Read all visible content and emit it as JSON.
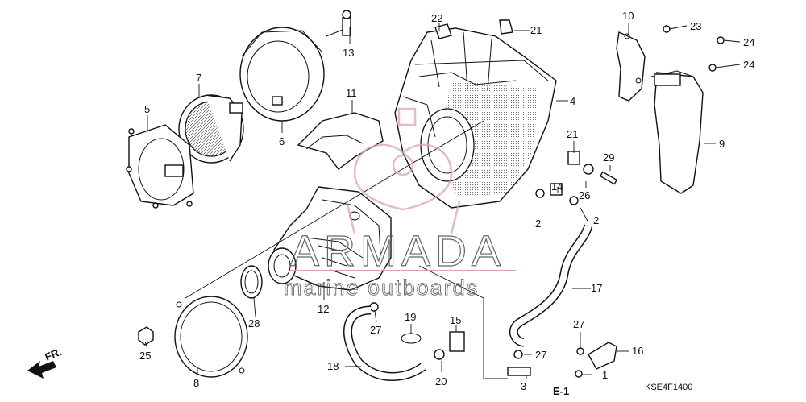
{
  "watermark": {
    "brand": "ARMADA",
    "tagline": "marine outboards",
    "pink": "#d9a1bb"
  },
  "direction_marker": "FR.",
  "view_tag": "E-1",
  "diagram_code": "KSE4F1400",
  "callouts": {
    "p1": "1",
    "p2a": "2",
    "p2b": "2",
    "p3": "3",
    "p4": "4",
    "p5": "5",
    "p6": "6",
    "p7": "7",
    "p8": "8",
    "p9": "9",
    "p10": "10",
    "p11": "11",
    "p12": "12",
    "p13": "13",
    "p14": "14",
    "p15": "15",
    "p16": "16",
    "p17": "17",
    "p18": "18",
    "p19": "19",
    "p20": "20",
    "p21a": "21",
    "p21b": "21",
    "p22": "22",
    "p23": "23",
    "p24a": "24",
    "p24b": "24",
    "p25": "25",
    "p26": "26",
    "p27a": "27",
    "p27b": "27",
    "p27c": "27",
    "p28": "28",
    "p29": "29"
  }
}
